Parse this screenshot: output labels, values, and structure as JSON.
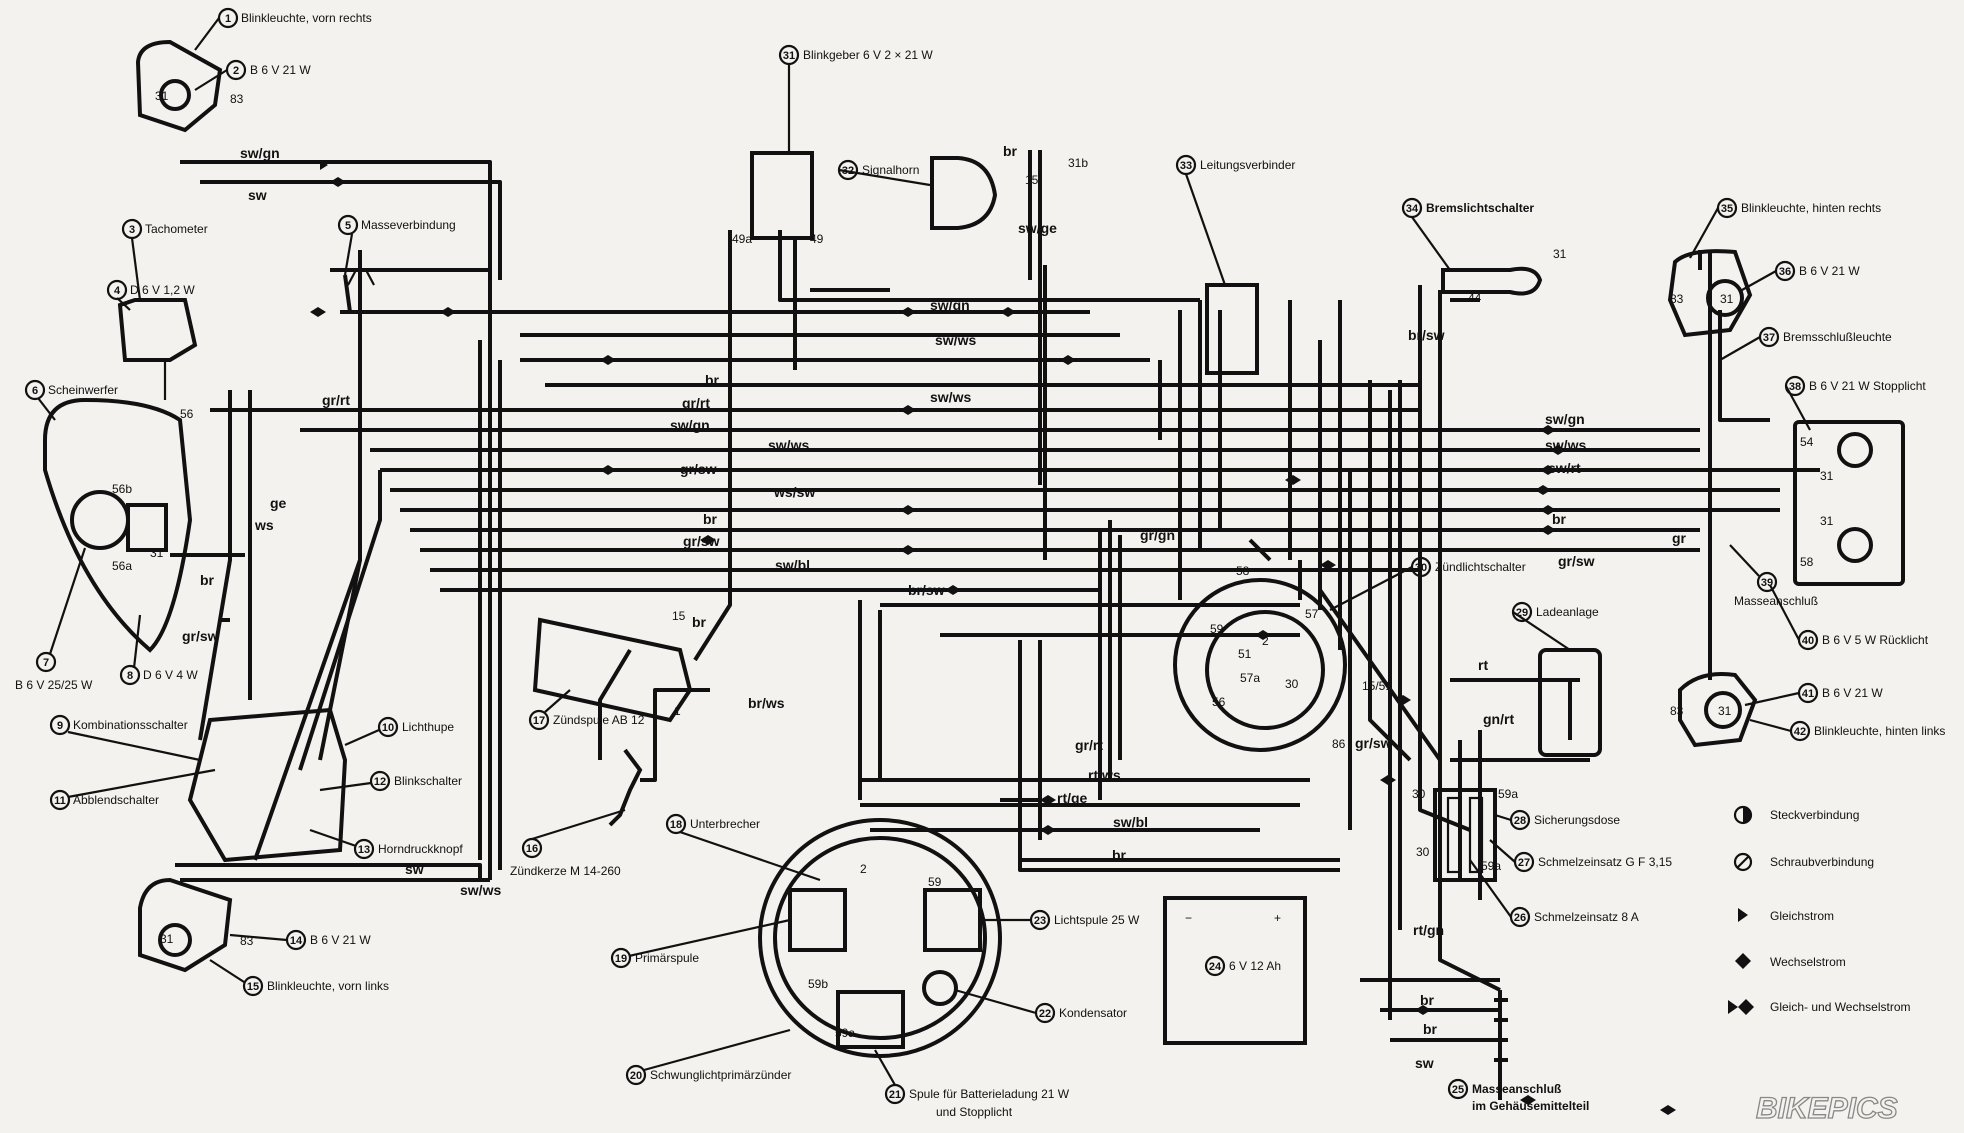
{
  "components": [
    {
      "n": "1",
      "label": "Blinkleuchte, vorn rechts"
    },
    {
      "n": "2",
      "label": "B 6 V 21 W"
    },
    {
      "n": "3",
      "label": "Tachometer"
    },
    {
      "n": "4",
      "label": "D 6 V 1,2 W"
    },
    {
      "n": "5",
      "label": "Masseverbindung"
    },
    {
      "n": "6",
      "label": "Scheinwerfer"
    },
    {
      "n": "7",
      "label": "B 6 V 25/25 W"
    },
    {
      "n": "8",
      "label": "D 6 V 4 W"
    },
    {
      "n": "9",
      "label": "Kombinationsschalter"
    },
    {
      "n": "10",
      "label": "Lichthupe"
    },
    {
      "n": "11",
      "label": "Abblendschalter"
    },
    {
      "n": "12",
      "label": "Blinkschalter"
    },
    {
      "n": "13",
      "label": "Horndruckknopf"
    },
    {
      "n": "14",
      "label": "B 6 V 21 W"
    },
    {
      "n": "15",
      "label": "Blinkleuchte, vorn links"
    },
    {
      "n": "16",
      "label": "Zündkerze M 14-260"
    },
    {
      "n": "17",
      "label": "Zündspule AB 12"
    },
    {
      "n": "18",
      "label": "Unterbrecher"
    },
    {
      "n": "19",
      "label": "Primärspule"
    },
    {
      "n": "20",
      "label": "Schwunglichtprimärzünder"
    },
    {
      "n": "21",
      "label": "Spule für Batterieladung 21 W",
      "label2": "und Stopplicht"
    },
    {
      "n": "22",
      "label": "Kondensator"
    },
    {
      "n": "23",
      "label": "Lichtspule 25 W"
    },
    {
      "n": "24",
      "label": "6 V 12 Ah"
    },
    {
      "n": "25",
      "label": "Masseanschluß",
      "label2": "im Gehäusemittelteil"
    },
    {
      "n": "26",
      "label": "Schmelzeinsatz 8 A"
    },
    {
      "n": "27",
      "label": "Schmelzeinsatz G F 3,15"
    },
    {
      "n": "28",
      "label": "Sicherungsdose"
    },
    {
      "n": "29",
      "label": "Ladeanlage"
    },
    {
      "n": "30",
      "label": "Zündlichtschalter"
    },
    {
      "n": "31",
      "label": "Blinkgeber 6 V 2 × 21 W"
    },
    {
      "n": "32",
      "label": "Signalhorn"
    },
    {
      "n": "33",
      "label": "Leitungsverbinder"
    },
    {
      "n": "34",
      "label": "Bremslichtschalter"
    },
    {
      "n": "35",
      "label": "Blinkleuchte, hinten rechts"
    },
    {
      "n": "36",
      "label": "B 6 V 21 W"
    },
    {
      "n": "37",
      "label": "Bremsschlußleuchte"
    },
    {
      "n": "38",
      "label": "B 6 V 21 W Stopplicht"
    },
    {
      "n": "39",
      "label": "Masseanschluß"
    },
    {
      "n": "40",
      "label": "B 6 V 5 W Rücklicht"
    },
    {
      "n": "41",
      "label": "B 6 V 21 W"
    },
    {
      "n": "42",
      "label": "Blinkleuchte, hinten links"
    }
  ],
  "wire_labels": {
    "sw_gn": "sw/gn",
    "sw": "sw",
    "gr_rt": "gr/rt",
    "ge": "ge",
    "ws": "ws",
    "br": "br",
    "gr_sw": "gr/sw",
    "sw_ws": "sw/ws",
    "ws_sw": "ws/sw",
    "sw_bl": "sw/bl",
    "br_sw": "br/sw",
    "br_ws": "br/ws",
    "sw_ge": "sw/ge",
    "gr_gn": "gr/gn",
    "gr": "gr",
    "sw_rt": "sw/rt",
    "rt": "rt",
    "gn_rt": "gn/rt",
    "rt_gn": "rt/gn",
    "rt_ws": "rt/ws",
    "rt_ge": "rt/ge"
  },
  "terminals": {
    "t31": "31",
    "t83": "83",
    "t56": "56",
    "t56a": "56a",
    "t56b": "56b",
    "t49": "49",
    "t49a": "49a",
    "t15": "15",
    "t31b": "31b",
    "t44": "44",
    "t54": "54",
    "t58": "58",
    "t57": "57",
    "t57a": "57a",
    "t59": "59",
    "t59a": "59a",
    "t59b": "59b",
    "t1": "1",
    "t2": "2",
    "t30": "30",
    "t15_51": "15/51",
    "t51": "51",
    "t86": "86",
    "minus": "−",
    "plus": "+"
  },
  "legend": [
    {
      "symbol": "half-circle",
      "label": "Steckverbindung"
    },
    {
      "symbol": "hatched-circle",
      "label": "Schraubverbindung"
    },
    {
      "symbol": "triangle",
      "label": "Gleichstrom"
    },
    {
      "symbol": "diamond",
      "label": "Wechselstrom"
    },
    {
      "symbol": "triangle-diamond",
      "label": "Gleich- und Wechselstrom"
    }
  ],
  "watermark": "BIKEPICS"
}
